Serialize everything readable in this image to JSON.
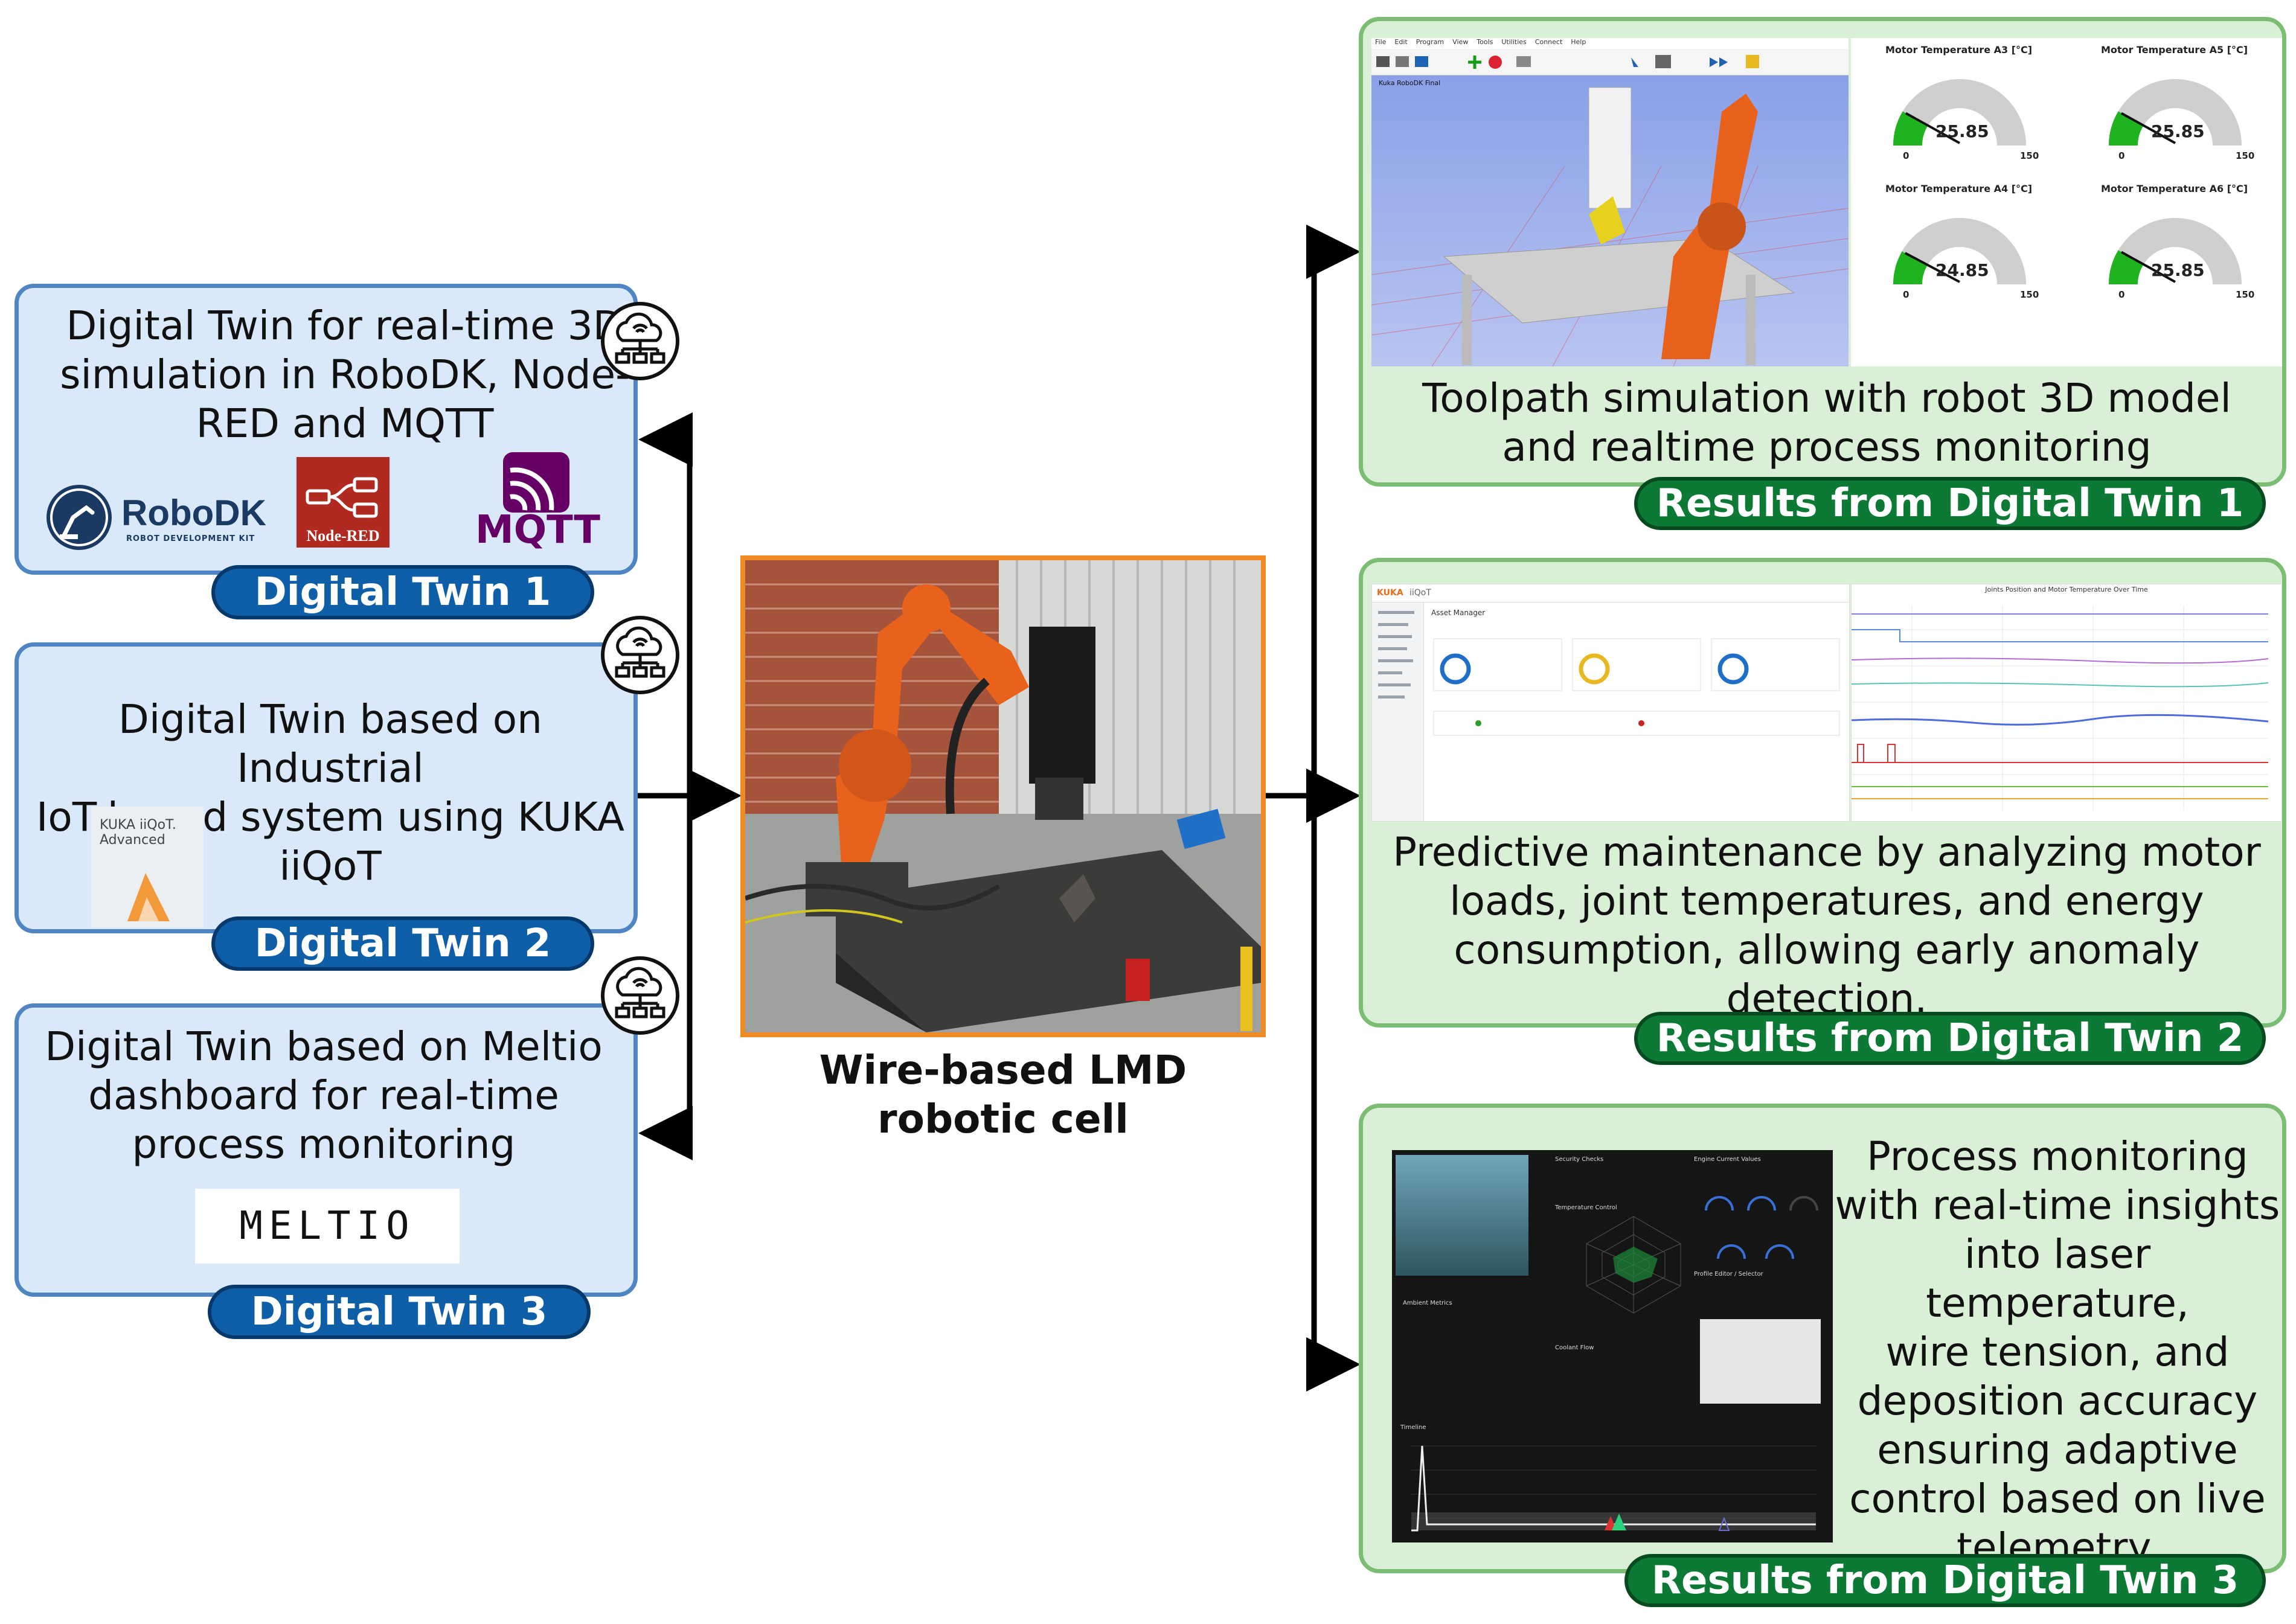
{
  "left": {
    "dt1": {
      "text": [
        "Digital Twin for real-time 3D",
        "simulation in RoboDK, Node-",
        "RED and MQTT"
      ],
      "pill": "Digital Twin 1",
      "logos": {
        "robodk": "RoboDK",
        "robodk_sub": "ROBOT DEVELOPMENT KIT",
        "nodered": "Node-RED",
        "mqtt": "MQTT"
      }
    },
    "dt2": {
      "text": [
        "Digital Twin based on Industrial",
        "IoT-based system using KUKA",
        "iiQoT"
      ],
      "pill": "Digital Twin 2",
      "kuka_card": [
        "KUKA iiQoT.",
        "Advanced"
      ]
    },
    "dt3": {
      "text": [
        "Digital Twin based on Meltio",
        "dashboard for real-time",
        "process monitoring"
      ],
      "pill": "Digital Twin 3",
      "logo": "MELTIO"
    }
  },
  "center": {
    "label": [
      "Wire-based LMD",
      "robotic cell"
    ]
  },
  "right": {
    "r1": {
      "text": [
        "Toolpath simulation with robot 3D model",
        "and realtime process monitoring"
      ],
      "pill": "Results from Digital Twin 1",
      "menu": [
        "File",
        "Edit",
        "Program",
        "View",
        "Tools",
        "Utilities",
        "Connect",
        "Help"
      ],
      "tree_item": "Kuka RoboDK Final",
      "gauges": [
        {
          "title": "Motor Temperature A3 [°C]",
          "value": "25.85",
          "min": "0",
          "max": "150",
          "fill": 0.172
        },
        {
          "title": "Motor Temperature A5 [°C]",
          "value": "25.85",
          "min": "0",
          "max": "150",
          "fill": 0.172
        },
        {
          "title": "Motor Temperature A4 [°C]",
          "value": "24.85",
          "min": "0",
          "max": "150",
          "fill": 0.166
        },
        {
          "title": "Motor Temperature A6 [°C]",
          "value": "25.85",
          "min": "0",
          "max": "150",
          "fill": 0.172
        }
      ]
    },
    "r2": {
      "text": [
        "Predictive maintenance by analyzing motor",
        "loads, joint temperatures, and energy",
        "consumption, allowing early anomaly detection."
      ],
      "pill": "Results from Digital Twin 2",
      "kuka": "KUKA",
      "iiqot": "iiQoT",
      "asset_title": "Asset Manager",
      "chart_title": "Joints Position and Motor Temperature Over Time"
    },
    "r3": {
      "text": [
        "Process monitoring",
        "with real-time insights",
        "into laser temperature,",
        "wire tension, and",
        "deposition accuracy",
        "ensuring adaptive",
        "control based on live",
        "telemetry."
      ],
      "pill": "Results from Digital Twin 3",
      "panel_labels": [
        "Security Checks",
        "Temperature Control",
        "Engine Current Values",
        "Ambient Metrics",
        "Coolant Flow",
        "Profile Editor / Selector",
        "Timeline"
      ]
    }
  },
  "colors": {
    "left_fill": "#d9e9fa",
    "left_border": "#4f85c2",
    "left_pill": "#0f5ea8",
    "right_fill": "#d9efd6",
    "right_border": "#7bbd72",
    "right_pill": "#0c7a35",
    "center_border": "#f08a24",
    "gauge_green": "#1fb31f"
  },
  "icons": [
    "cloud-network-icon",
    "robodk-logo",
    "nodered-logo",
    "mqtt-logo",
    "kuka-iiqot-card",
    "meltio-logo"
  ]
}
